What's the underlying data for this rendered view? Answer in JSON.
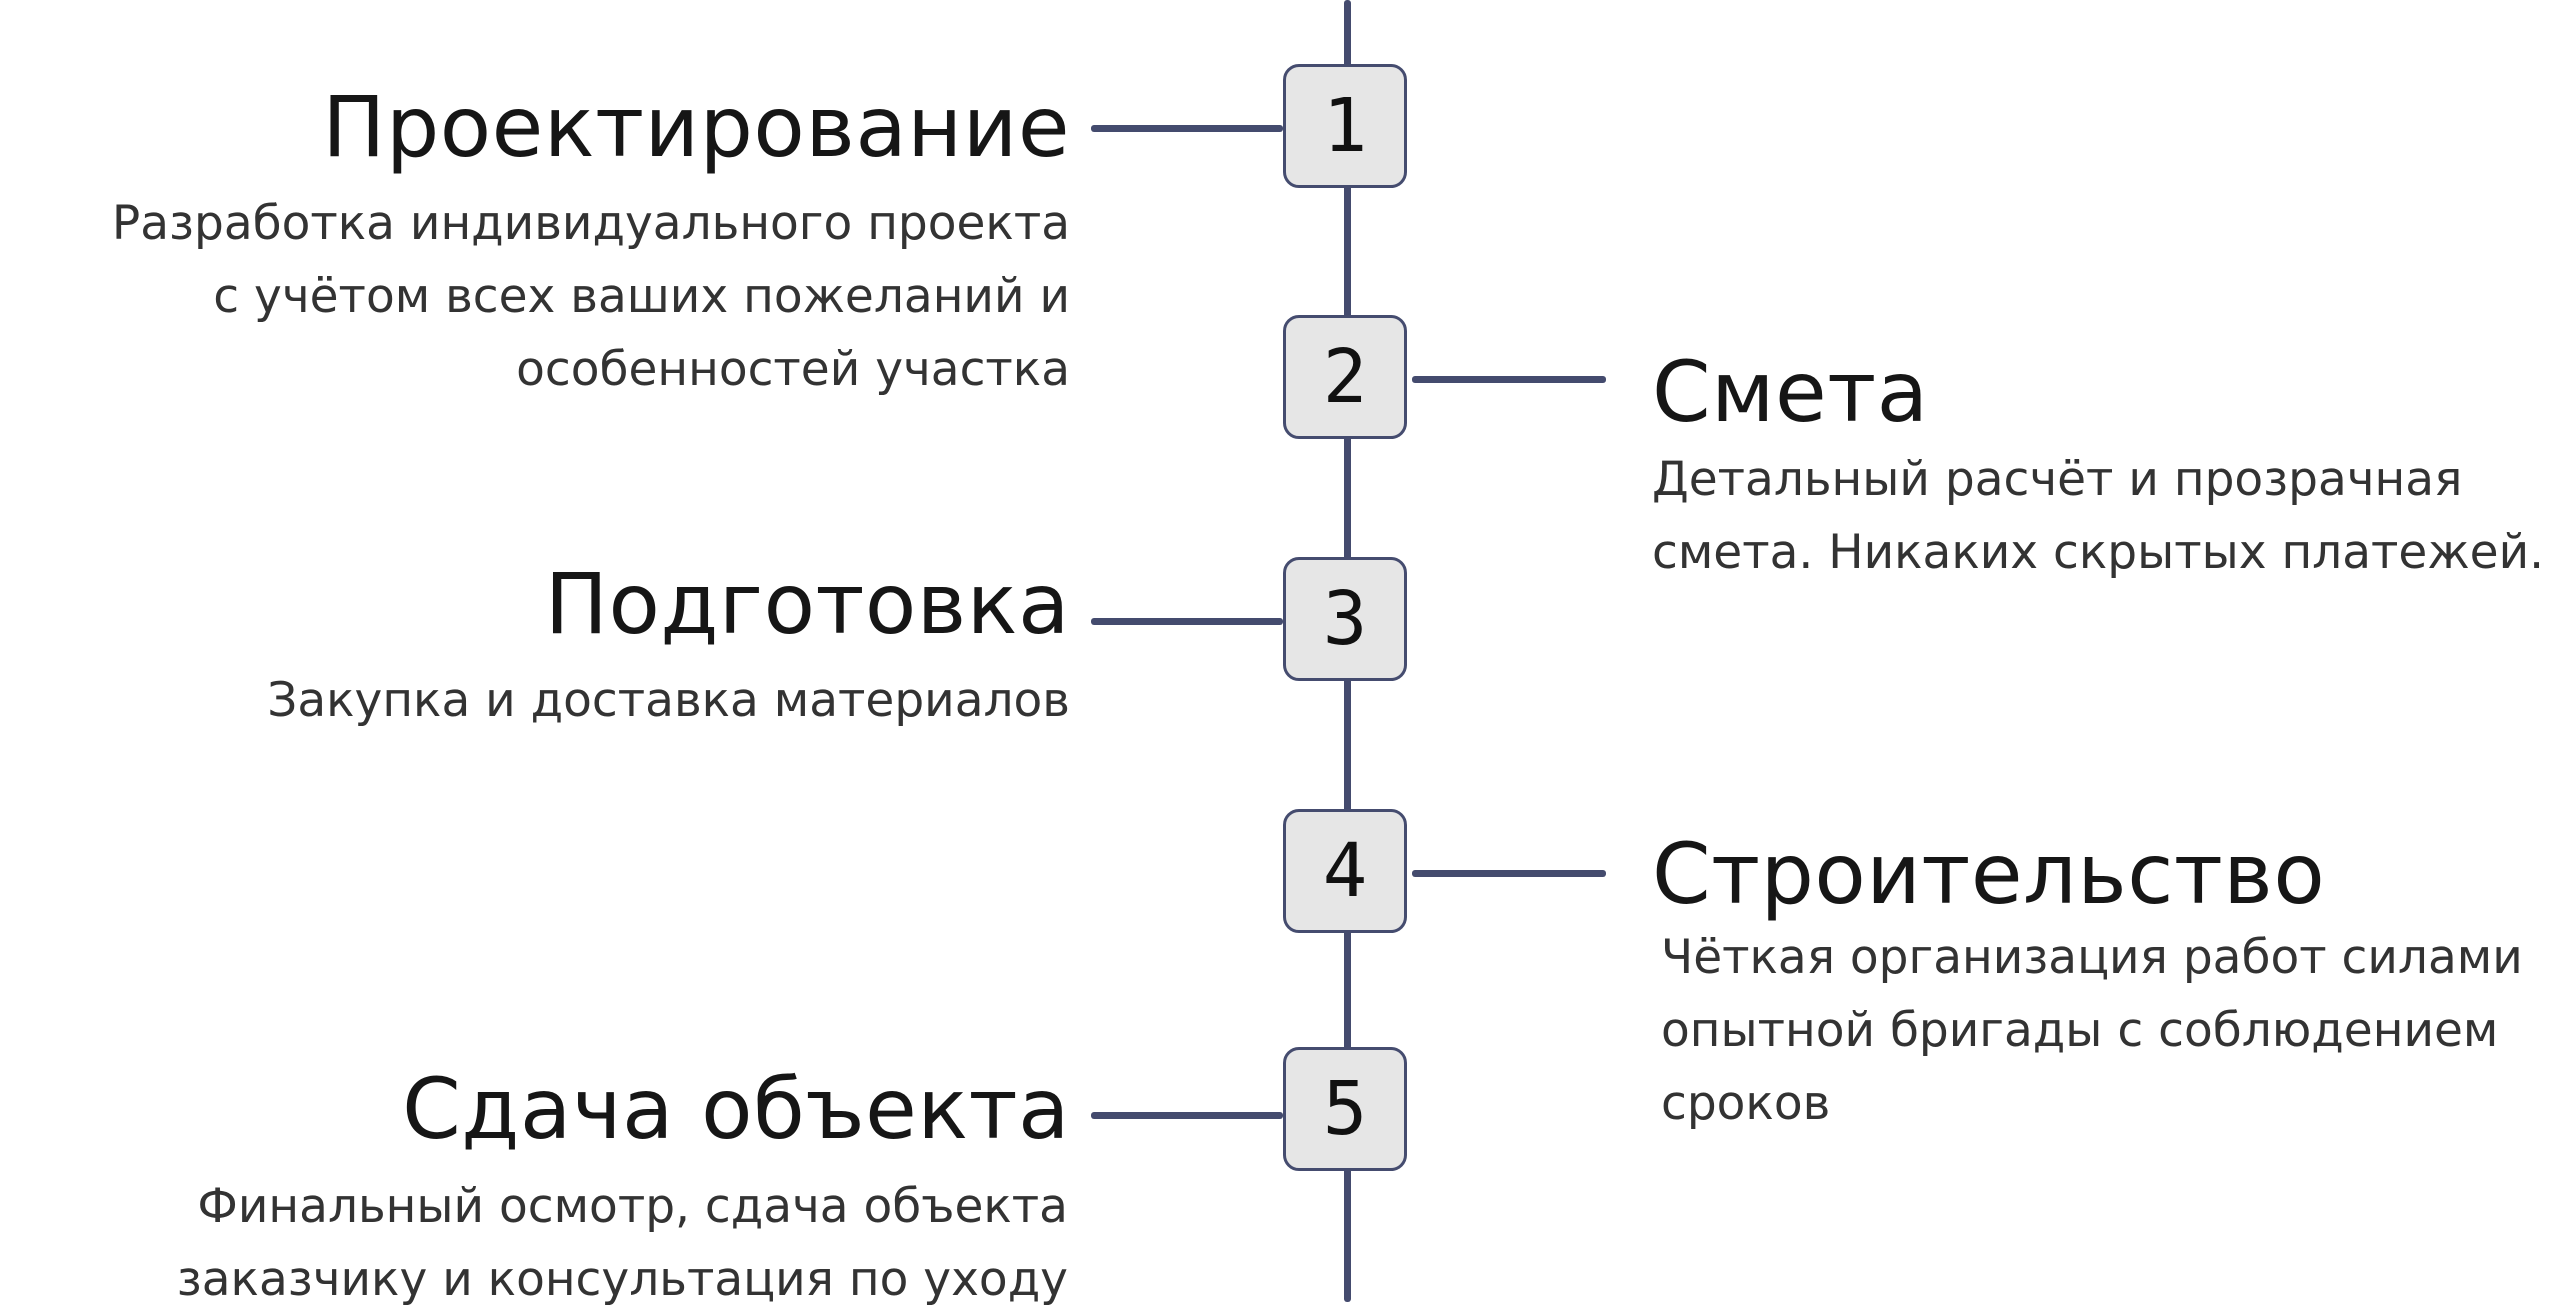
{
  "steps": [
    {
      "number": "1",
      "title": "Проектирование",
      "description_lines": [
        "Разработка индивидуального проекта",
        "с учётом всех ваших пожеланий и",
        "особенностей участка"
      ]
    },
    {
      "number": "2",
      "title": "Смета",
      "description_lines": [
        "Детальный расчёт и прозрачная",
        "смета. Никаких скрытых платежей."
      ]
    },
    {
      "number": "3",
      "title": "Подготовка",
      "description_lines": [
        "Закупка и доставка материалов"
      ]
    },
    {
      "number": "4",
      "title": "Строительство",
      "description_lines": [
        "Чёткая организация работ силами",
        "опытной бригады с соблюдением",
        "сроков"
      ]
    },
    {
      "number": "5",
      "title": "Сдача объекта",
      "description_lines": [
        "Финальный осмотр, сдача объекта",
        "заказчику и консультация по уходу"
      ]
    }
  ],
  "colors": {
    "line": "#444b6e",
    "node_fill": "#e6e6e6",
    "node_border": "#454c6f",
    "title_text": "#161616",
    "description_text": "#333333"
  }
}
